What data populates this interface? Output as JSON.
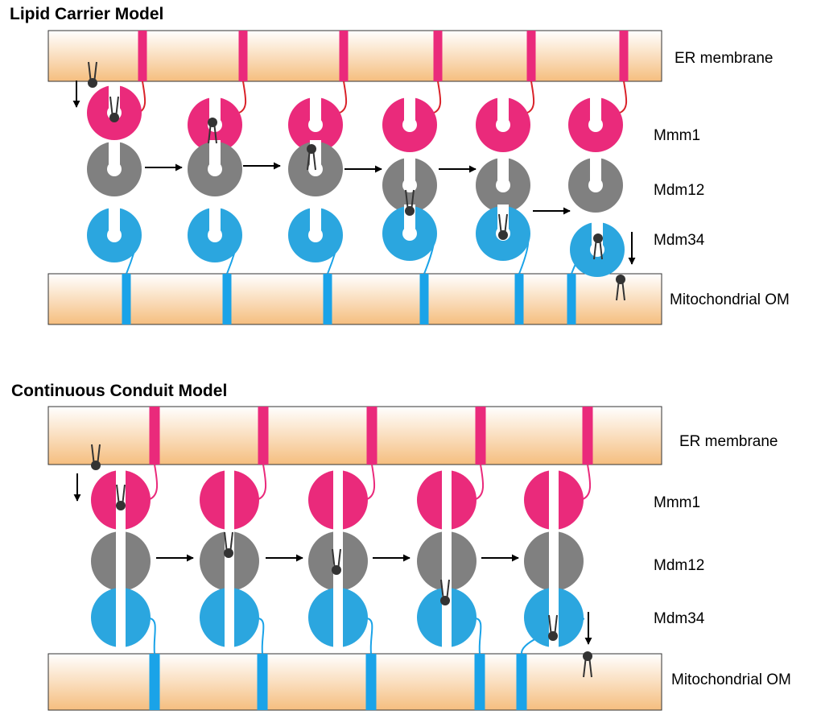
{
  "colors": {
    "membrane_top": "#ffffff",
    "membrane_bottom": "#f5be7f",
    "mmm1": "#ea2a7b",
    "mdm12": "#808080",
    "mdm34": "#2ba6df",
    "er_tether": "#d9232a",
    "om_anchor": "#1aa3e8",
    "lipid": "#333333",
    "arrow": "#000000"
  },
  "panels": [
    {
      "title": "Lipid Carrier Model",
      "labels": {
        "er": "ER membrane",
        "mmm1": "Mmm1",
        "mdm12": "Mdm12",
        "mdm34": "Mdm34",
        "om": "Mitochondrial OM"
      }
    },
    {
      "title": "Continuous Conduit Model",
      "labels": {
        "er": "ER membrane",
        "mmm1": "Mmm1",
        "mdm12": "Mdm12",
        "mdm34": "Mdm34",
        "om": "Mitochondrial OM"
      }
    }
  ]
}
